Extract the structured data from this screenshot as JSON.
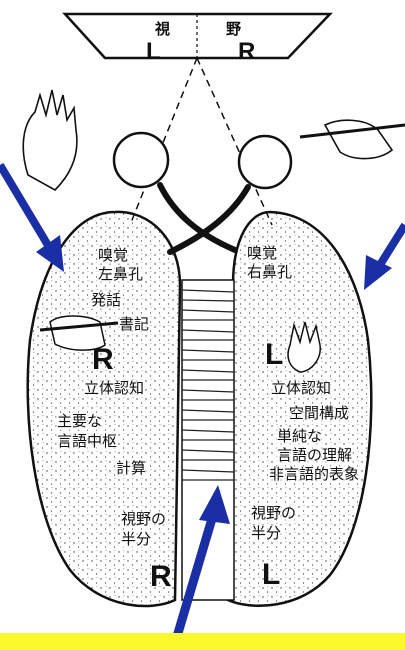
{
  "visual_field": {
    "title_left": "視",
    "title_right": "野",
    "left_letter": "L",
    "right_letter": "R"
  },
  "left_hemisphere": {
    "smell": "嗅覚",
    "nostril": "左鼻孔",
    "speech": "発話",
    "writing": "書記",
    "hand_letter": "R",
    "stereognosis": "立体認知",
    "main_language_1": "主要な",
    "main_language_2": "言語中枢",
    "calculation": "計算",
    "half_field_1": "視野の",
    "half_field_2": "半分",
    "bottom_letter": "R"
  },
  "right_hemisphere": {
    "smell": "嗅覚",
    "nostril": "右鼻孔",
    "hand_letter": "L",
    "stereognosis": "立体認知",
    "spatial": "空間構成",
    "simple_1": "単純な",
    "simple_2": "言語の理解",
    "nonverbal": "非言語的表象",
    "half_field_1": "視野の",
    "half_field_2": "半分",
    "bottom_letter": "L"
  },
  "colors": {
    "arrow": "#1a2ea6",
    "banner": "#fbf82e",
    "ink": "#111111"
  }
}
